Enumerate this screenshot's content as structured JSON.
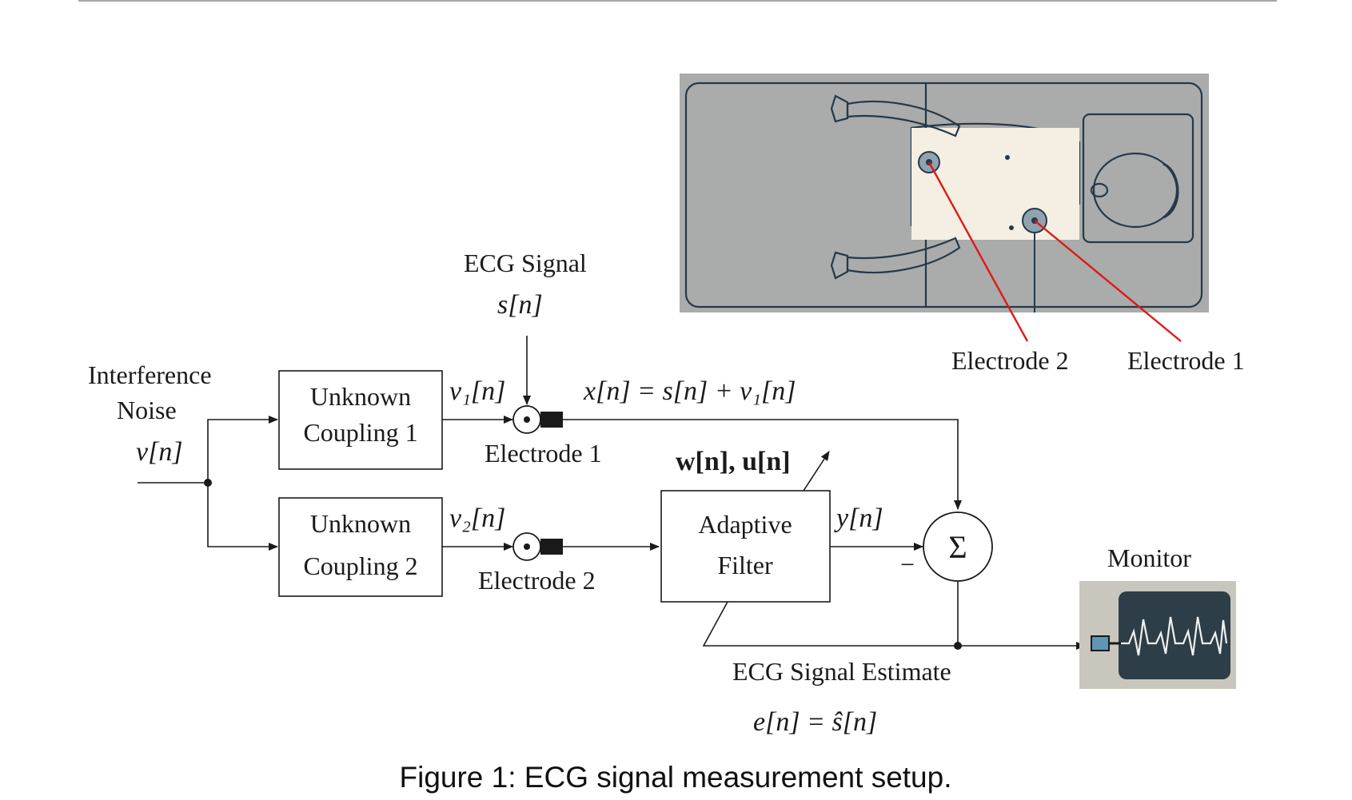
{
  "diagram": {
    "labels": {
      "interference_line1": "Interference",
      "interference_line2": "Noise",
      "noise_var": "v[n]",
      "coupling1_line1": "Unknown",
      "coupling1_line2": "Coupling 1",
      "coupling2_line1": "Unknown",
      "coupling2_line2": "Coupling 2",
      "v1": "v₁[n]",
      "v2": "v₂[n]",
      "ecg_signal": "ECG Signal",
      "s_n": "s[n]",
      "x_eq": "x[n] = s[n] + v₁[n]",
      "electrode1": "Electrode 1",
      "electrode2": "Electrode 2",
      "weights": "w[n], u[n]",
      "filter_line1": "Adaptive",
      "filter_line2": "Filter",
      "y_n": "y[n]",
      "sum_symbol": "Σ",
      "minus": "−",
      "estimate": "ECG Signal Estimate",
      "e_eq": "e[n] = ŝ[n]",
      "monitor": "Monitor",
      "photo_electrode2": "Electrode 2",
      "photo_electrode1": "Electrode 1"
    },
    "caption": "Figure 1: ECG signal measurement setup."
  },
  "colors": {
    "ink": "#1a1a1a",
    "leader_red": "#e01818",
    "bed_gray": "#a9acaa",
    "skin": "#f4efe2",
    "monitor_screen": "#2e3e48"
  }
}
